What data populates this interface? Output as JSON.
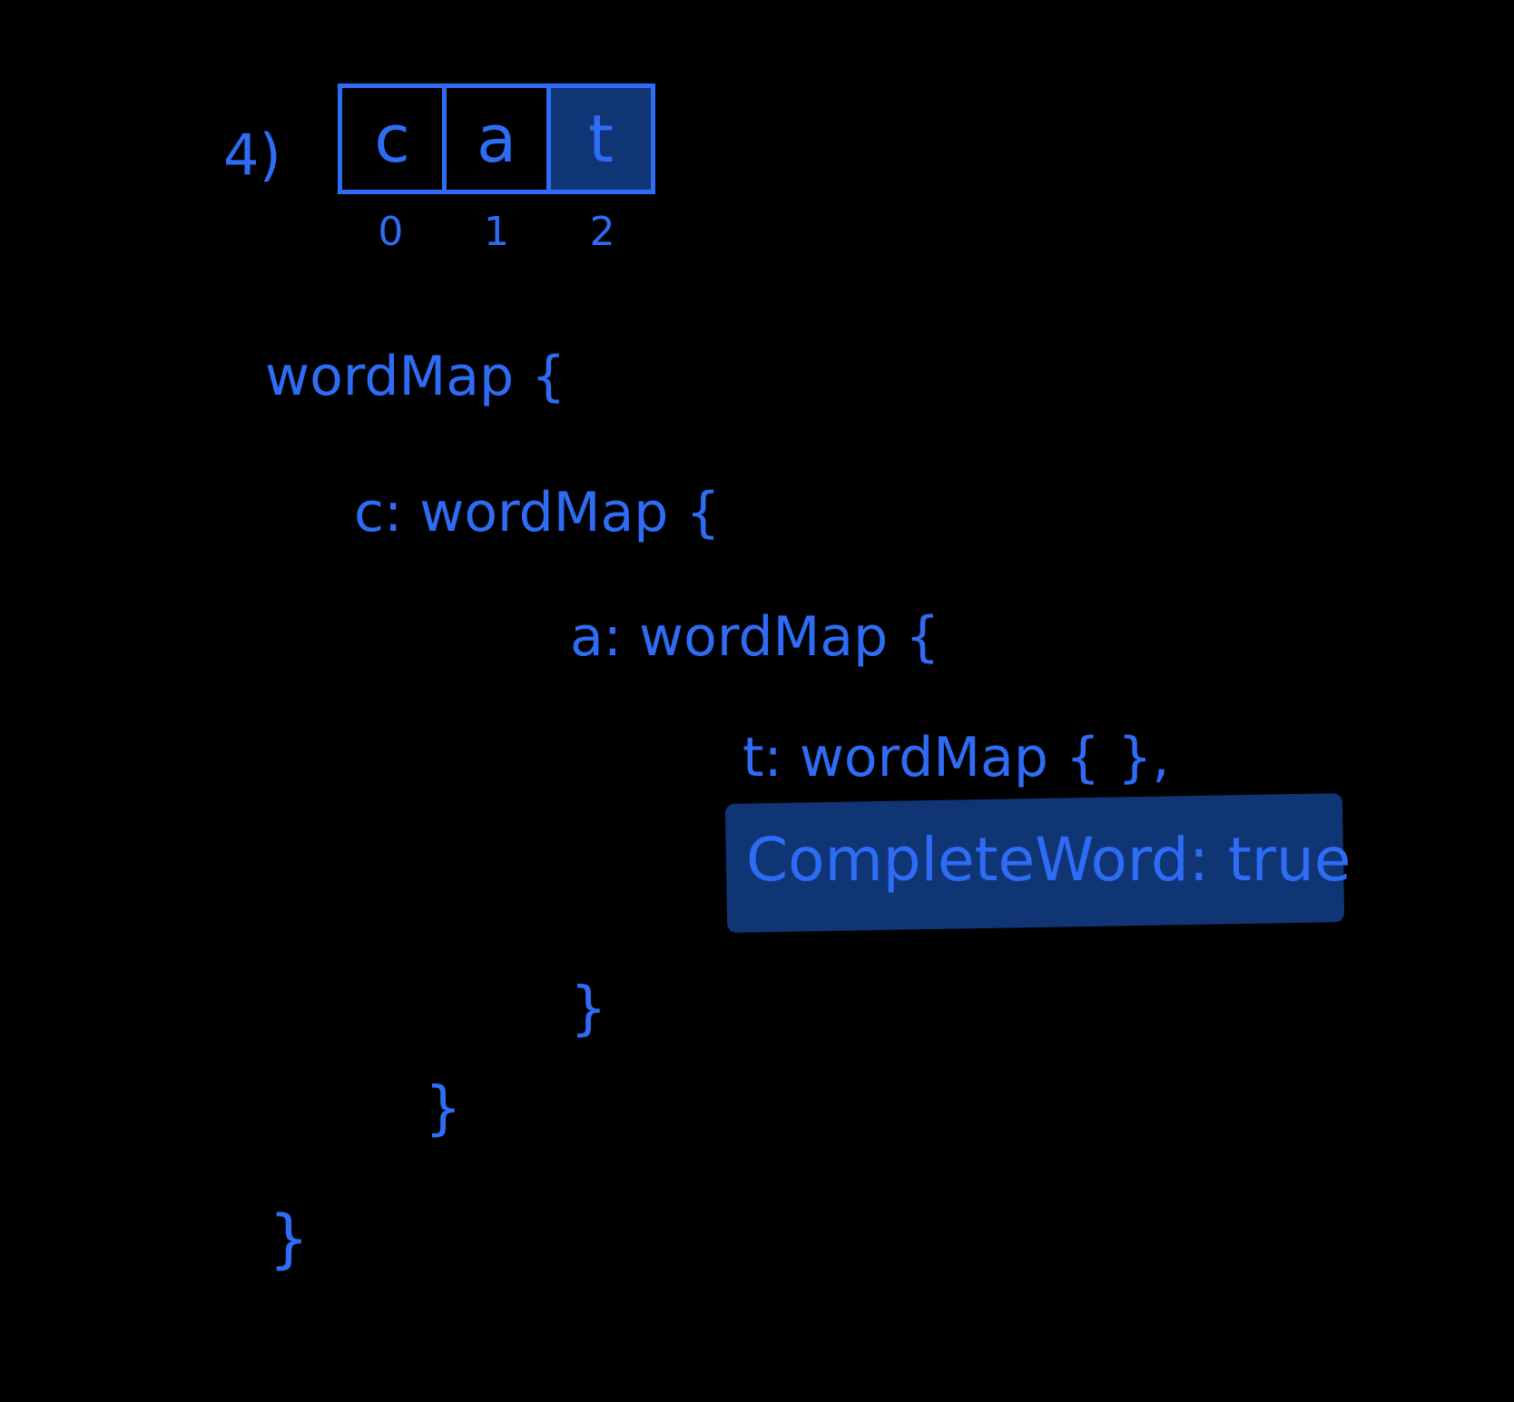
{
  "step_label": "4)",
  "array": {
    "cells": [
      "c",
      "a",
      "t"
    ],
    "indices": [
      "0",
      "1",
      "2"
    ],
    "highlighted_index": 2
  },
  "lines": {
    "root": "wordMap {",
    "c_entry": "c: wordMap {",
    "a_entry": "a: wordMap {",
    "t_entry": "t: wordMap { },",
    "complete_word": "CompleteWord: true",
    "close_a": "}",
    "close_c": "}",
    "close_root": "}"
  },
  "colors": {
    "ink": "#2f6cf5",
    "highlight": "#0f3574",
    "background": "#000000"
  }
}
